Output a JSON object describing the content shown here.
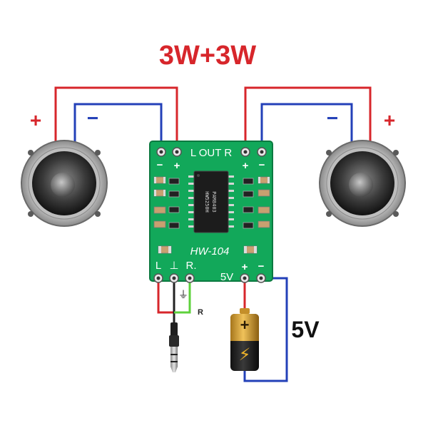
{
  "title": "3W+3W",
  "colors": {
    "title": "#d7262b",
    "wire_positive": "#d7262b",
    "wire_negative": "#2340b8",
    "wire_right": "#5ed13c",
    "wire_ground": "#222222",
    "pcb": "#12a85a",
    "pcb_text": "#ffffff"
  },
  "left_speaker": {
    "plus": "+",
    "minus": "−"
  },
  "right_speaker": {
    "plus": "+",
    "minus": "−"
  },
  "board": {
    "out_header": "L OUT R",
    "out_left_plus": "+",
    "out_right_plus": "+",
    "out_left_minus": "−",
    "out_right_minus": "−",
    "ic_line1": "PAM8403",
    "ic_line2": "HW5250H",
    "model": "HW-104",
    "input_l": "L",
    "input_gnd": "⊥",
    "input_r": "R.",
    "power_label": "5V",
    "power_plus": "+",
    "power_minus": "−"
  },
  "ground_symbol": "⏚",
  "wire_r_label": "R",
  "battery": {
    "plus": "+",
    "bolt": "⚡"
  },
  "supply_voltage": "5V"
}
